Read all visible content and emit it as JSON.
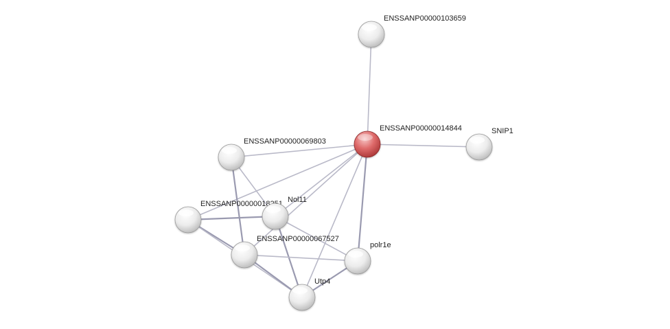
{
  "network": {
    "colors": {
      "query_node": "#d9534f",
      "neighbor_node": "#e6e6e6",
      "edge": "#b9b9c8",
      "edge_strong": "#9a9ab0"
    },
    "nodes": [
      {
        "id": "ENSSANP00000103659",
        "label": "ENSSANP00000103659",
        "query": false
      },
      {
        "id": "ENSSANP00000014844",
        "label": "ENSSANP00000014844",
        "query": true
      },
      {
        "id": "SNIP1",
        "label": "SNIP1",
        "query": false
      },
      {
        "id": "ENSSANP00000069803",
        "label": "ENSSANP00000069803",
        "query": false
      },
      {
        "id": "ENSSANP00000018251",
        "label": "ENSSANP00000018251",
        "query": false
      },
      {
        "id": "Nol11",
        "label": "Nol11",
        "query": false
      },
      {
        "id": "ENSSANP00000067527",
        "label": "ENSSANP00000067527",
        "query": false
      },
      {
        "id": "polr1e",
        "label": "polr1e",
        "query": false
      },
      {
        "id": "Utp4",
        "label": "Utp4",
        "query": false
      }
    ],
    "edges": [
      {
        "source": "ENSSANP00000014844",
        "target": "ENSSANP00000103659",
        "strong": false
      },
      {
        "source": "ENSSANP00000014844",
        "target": "SNIP1",
        "strong": false
      },
      {
        "source": "ENSSANP00000014844",
        "target": "ENSSANP00000069803",
        "strong": false
      },
      {
        "source": "ENSSANP00000014844",
        "target": "ENSSANP00000018251",
        "strong": false
      },
      {
        "source": "ENSSANP00000014844",
        "target": "Nol11",
        "strong": false
      },
      {
        "source": "ENSSANP00000014844",
        "target": "ENSSANP00000067527",
        "strong": false
      },
      {
        "source": "ENSSANP00000014844",
        "target": "polr1e",
        "strong": true
      },
      {
        "source": "ENSSANP00000014844",
        "target": "Utp4",
        "strong": false
      },
      {
        "source": "ENSSANP00000069803",
        "target": "Nol11",
        "strong": false
      },
      {
        "source": "ENSSANP00000069803",
        "target": "ENSSANP00000067527",
        "strong": true
      },
      {
        "source": "ENSSANP00000018251",
        "target": "Nol11",
        "strong": true
      },
      {
        "source": "ENSSANP00000018251",
        "target": "ENSSANP00000067527",
        "strong": true
      },
      {
        "source": "ENSSANP00000018251",
        "target": "Utp4",
        "strong": false
      },
      {
        "source": "Nol11",
        "target": "Utp4",
        "strong": true
      },
      {
        "source": "Nol11",
        "target": "polr1e",
        "strong": false
      },
      {
        "source": "ENSSANP00000067527",
        "target": "Utp4",
        "strong": true
      },
      {
        "source": "ENSSANP00000067527",
        "target": "polr1e",
        "strong": false
      },
      {
        "source": "polr1e",
        "target": "Utp4",
        "strong": true
      }
    ]
  }
}
